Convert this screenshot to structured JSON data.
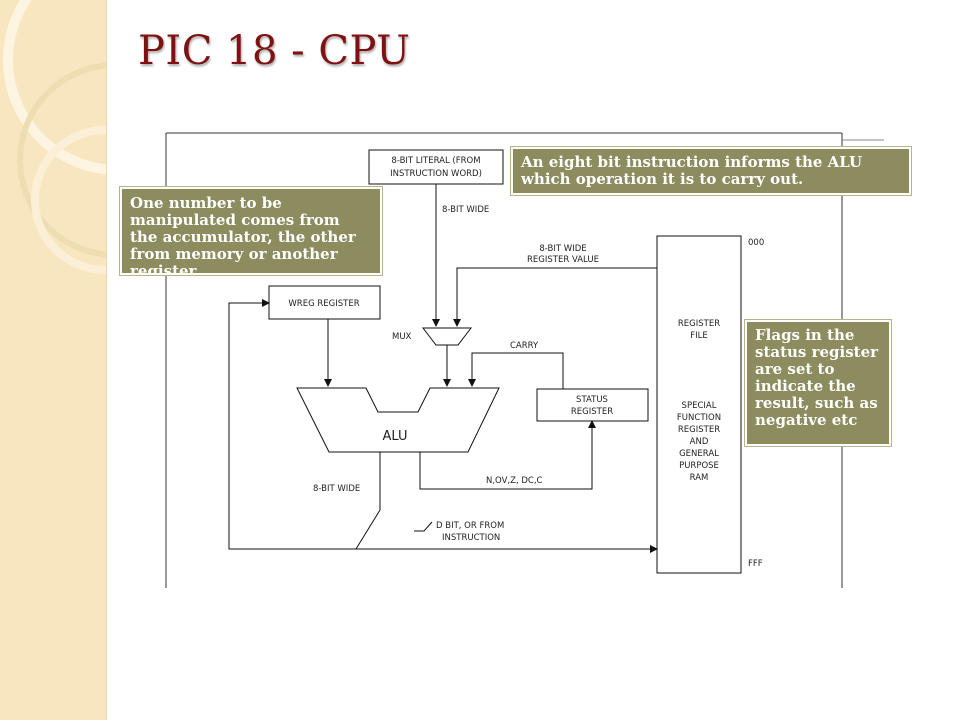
{
  "slide": {
    "title": "PIC 18 - CPU"
  },
  "diagram": {
    "literal_box": [
      "8-BIT LITERAL (FROM",
      "INSTRUCTION WORD)"
    ],
    "literal_width": "8-BIT WIDE",
    "register_value_label": [
      "8-BIT WIDE",
      "REGISTER VALUE"
    ],
    "address_top": "000",
    "address_bottom": "FFF",
    "wreg": "WREG REGISTER",
    "mux": "MUX",
    "carry": "CARRY",
    "status_box": [
      "STATUS",
      "REGISTER"
    ],
    "alu": "ALU",
    "flags_label": "N,OV,Z, DC,C",
    "output_width": "8-BIT WIDE",
    "dest_label": [
      "D BIT, OR FROM",
      "INSTRUCTION"
    ],
    "register_file": [
      "REGISTER",
      "FILE",
      "",
      "SPECIAL",
      "FUNCTION",
      "REGISTER",
      "AND",
      "GENERAL",
      "PURPOSE",
      "RAM"
    ]
  },
  "callouts": {
    "instruction": "An eight bit instruction informs the ALU which operation it is to carry out.",
    "numbers": "One number to be manipulated comes from the accumulator, the other from memory or another register",
    "flags": "Flags in the status register are set to indicate the result, such as negative etc"
  },
  "colors": {
    "title": "#7e1111",
    "callout_bg": "#8d8c5f",
    "stripe": "#f7e6bf"
  }
}
